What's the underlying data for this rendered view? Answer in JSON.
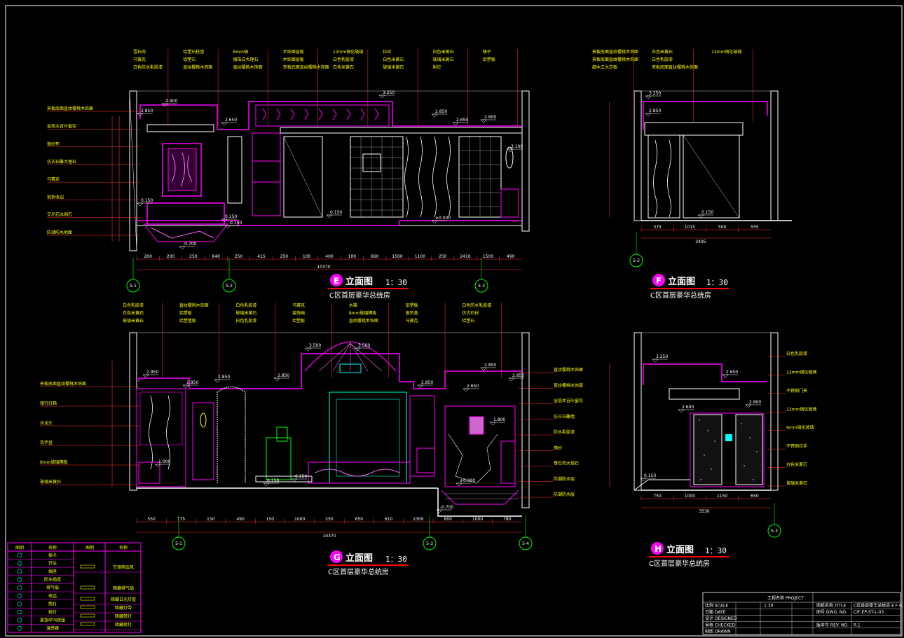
{
  "colors": {
    "background": "#000000",
    "wall": "#ffffff",
    "furniture": "#ff00ff",
    "dims": "#ff3333",
    "annotation": "#ffff00",
    "grid": "#00ff00",
    "cyan": "#00ffff",
    "title_underline": "#ff0000"
  },
  "elevations": {
    "E": {
      "letter": "E",
      "title": "立面图",
      "scale": "1：30",
      "subtitle": "C区首层豪华总统房",
      "total": "10370",
      "dims": [
        "200",
        "200",
        "250",
        "640",
        "250",
        "415",
        "250",
        "100",
        "400",
        "100",
        "660",
        "1500",
        "1100",
        "250",
        "2410",
        "1500",
        "490"
      ],
      "levels": [
        "3.250",
        "2.850",
        "2.900",
        "2.650",
        "2.850",
        "3.100",
        "2.650",
        "2.600",
        "0.150",
        "0.150",
        "0.150",
        "-0.150",
        "±0.000",
        "-0.700"
      ],
      "left_labels": [
        "夹板底面直纹樱桃木饰面",
        "金箔木百叶窗帘",
        "抽纱布",
        "仿古石雕大理石",
        "马赛克",
        "铜条收边",
        "艾尼石水刷石",
        "防潮防水地面"
      ],
      "top_labels": [
        "雪石壳",
        "马赛克",
        "白色防水乳胶漆",
        "铝塑石柱墙",
        "铝塑石",
        "直纹樱桃木饰面",
        "6mm镜",
        "银箔白大理石",
        "直纹樱桃木饰面",
        "木饰面层板",
        "木饰面层板",
        "夹板底面直纹樱桃木饰面",
        "12mm钢化玻璃",
        "白色乳胶漆",
        "白色米黄石",
        "拉丝",
        "白色米黄石",
        "玻璃米黄石",
        "白色米黄石",
        "玻璃米黄石",
        "射灯",
        "镜子",
        "铝塑板"
      ],
      "axes": [
        "5-1",
        "5-2",
        "5-3"
      ]
    },
    "F": {
      "letter": "F",
      "title": "立面图",
      "scale": "1：30",
      "subtitle": "C区首层豪华总统房",
      "total": "2495",
      "dims": [
        "375",
        "1015",
        "500",
        "555"
      ],
      "levels": [
        "3.250",
        "2.850",
        "0.150"
      ],
      "top_labels": [
        "夹板底面直纹樱桃木饰面",
        "夹板底面直纹樱桃木饰面",
        "细木工大芯板",
        "白色米黄石",
        "白色乳胶漆",
        "夹板底面直纹樱桃木饰面",
        "12mm钢化玻璃"
      ],
      "axes": [
        "5-2"
      ]
    },
    "G": {
      "letter": "G",
      "title": "立面图",
      "scale": "1：30",
      "subtitle": "C区首层豪华总统房",
      "total": "10370",
      "dims": [
        "550",
        "775",
        "150",
        "490",
        "150",
        "1000",
        "250",
        "650",
        "610",
        "2300",
        "600",
        "1000",
        "780"
      ],
      "levels": [
        "2.950",
        "2.850",
        "2.850",
        "2.850",
        "3.500",
        "3.500",
        "2.850",
        "2.850",
        "2.850",
        "2.650",
        "1.800",
        "1.000",
        "0.150",
        "0.150",
        "±0.000",
        "-0.700"
      ],
      "left_labels": [
        "夹板底面直纹樱桃木饰面",
        "镜行灯箱",
        "水龙头",
        "洗手盆",
        "8mm玻璃隔板",
        "玻璃米黄石"
      ],
      "top_labels": [
        "白色乳胶漆",
        "白色米黄石",
        "玻璃米黄石",
        "直纹樱桃木饰面",
        "铝塑板",
        "铝塑墙板",
        "白色乳胶漆",
        "玻璃米黄石",
        "白色乳胶漆",
        "马赛克",
        "装饰画",
        "铝塑板",
        "水箱",
        "8mm玻璃隔板",
        "直纹樱桃木饰面",
        "铝塑板",
        "窗帘盒",
        "马赛克",
        "白色防水乳胶漆",
        "仿古石材",
        "铝塑石"
      ],
      "right_labels": [
        "直纹樱桃木饰面",
        "直纹樱桃木饰面",
        "金箔木百叶窗帘",
        "仿古石雕墙",
        "防水乳胶漆",
        "抽纱",
        "雪石壳大理石",
        "防潮防水层",
        "防潮防水层"
      ],
      "axes": [
        "5-1",
        "5-3",
        "5-4"
      ]
    },
    "H": {
      "letter": "H",
      "title": "立面图",
      "scale": "1：30",
      "subtitle": "C区首层豪华总统房",
      "total": "3530",
      "dims": [
        "750",
        "1000",
        "1150",
        "650"
      ],
      "levels": [
        "3.250",
        "2.650",
        "2.600",
        "2.800",
        "0.150"
      ],
      "right_labels": [
        "白色乳胶漆",
        "12mm钢化玻璃",
        "不锈钢门夹",
        "12mm钢化玻璃",
        "6mm钢化玻璃",
        "不锈钢拉手",
        "白色米黄石",
        "玻璃米黄石"
      ],
      "axes": [
        "5-3"
      ]
    }
  },
  "legend": {
    "headers": [
      "图例",
      "名称",
      "图例",
      "名称"
    ],
    "rows": [
      {
        "name": "插卡"
      },
      {
        "name": "开关"
      },
      {
        "name": "插座"
      },
      {
        "name": "防水插座"
      },
      {
        "name": "排气扇"
      },
      {
        "name": "电话"
      },
      {
        "name": "筒灯"
      },
      {
        "name": "射灯"
      },
      {
        "name": "紧急呼叫按钮"
      },
      {
        "name": "温感器"
      }
    ],
    "right_items": [
      {
        "name": "空调侧出风"
      },
      {
        "name": "暗藏排气扇"
      },
      {
        "name": "暗藏日光灯管"
      },
      {
        "name": "暗藏灯带"
      },
      {
        "name": "暗藏筒灯"
      },
      {
        "name": "暗藏射灯"
      }
    ]
  },
  "title_block": {
    "project_label": "工程名称 PROJECT",
    "rows": [
      {
        "k": "比例 SCALE",
        "v": "1:30",
        "k2": "图纸名称 TITLE",
        "v2": "C区首层豪华总统房 E F G H 立面图"
      },
      {
        "k": "日期 DATE",
        "v": "",
        "k2": "图号 DWG. NO.",
        "v2": "CIF-EP-ST-L-03"
      },
      {
        "k": "设计 DESIGNED",
        "v": "",
        "k2": "",
        "v2": ""
      },
      {
        "k": "审核 CHECKED",
        "v": "",
        "k2": "版本号 REV. NO.",
        "v2": "R.1"
      },
      {
        "k": "制图 DRAWN",
        "v": "",
        "k2": "",
        "v2": ""
      }
    ]
  }
}
